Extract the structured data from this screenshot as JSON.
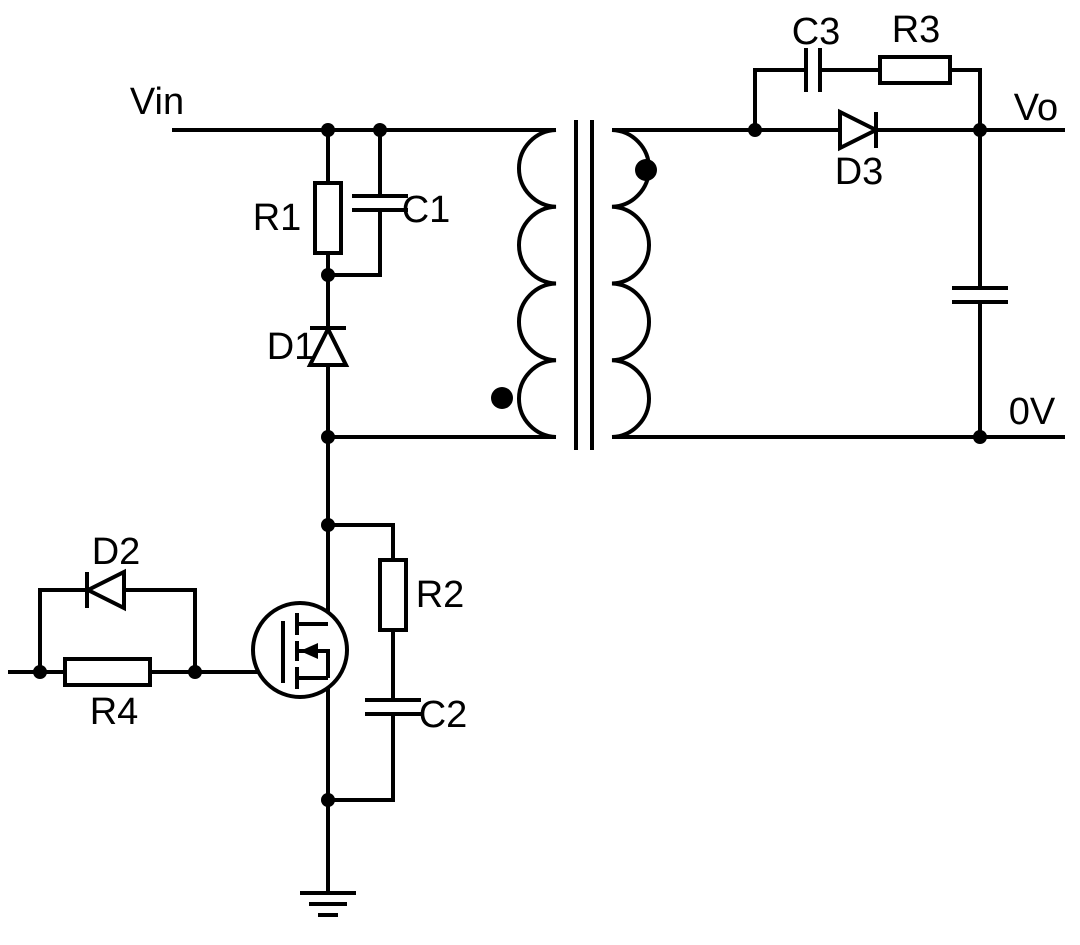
{
  "labels": {
    "vin": "Vin",
    "vo": "Vo",
    "zero_v": "0V",
    "r1": "R1",
    "c1": "C1",
    "d1": "D1",
    "r2": "R2",
    "c2": "C2",
    "d2": "D2",
    "r4": "R4",
    "d3": "D3",
    "c3": "C3",
    "r3": "R3"
  },
  "colors": {
    "line": "#000000",
    "background": "#ffffff"
  }
}
